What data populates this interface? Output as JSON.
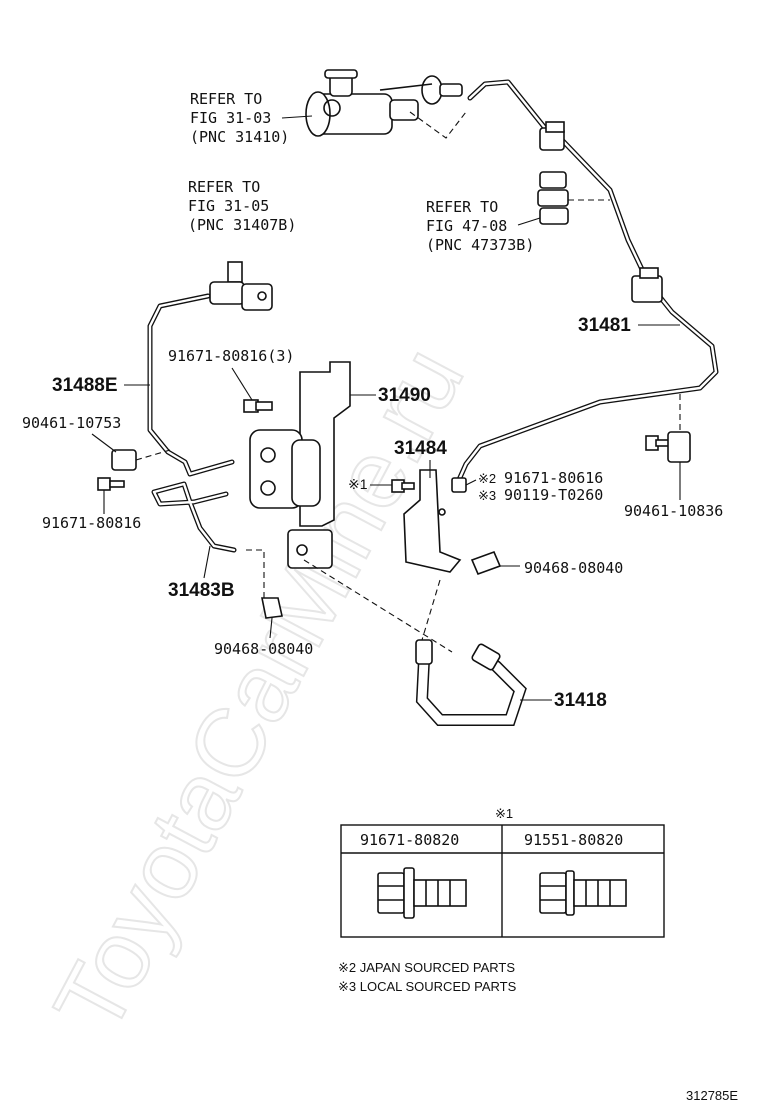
{
  "watermark": "ToyotaCarMine.ru",
  "refer_blocks": [
    {
      "lines": [
        "REFER TO",
        "FIG 31-03",
        "(PNC 31410)"
      ]
    },
    {
      "lines": [
        "REFER TO",
        "FIG 31-05",
        "(PNC 31407B)"
      ]
    },
    {
      "lines": [
        "REFER TO",
        "FIG 47-08",
        "(PNC 47373B)"
      ]
    }
  ],
  "parts": {
    "p31481": "31481",
    "p31488E": "31488E",
    "p91671_80816_3": "91671-80816(3)",
    "p31490": "31490",
    "p90461_10753": "90461-10753",
    "p31484": "31484",
    "p91671_80616": "91671-80616",
    "p90119_T0260": "90119-T0260",
    "p90461_10836": "90461-10836",
    "p91671_80816": "91671-80816",
    "p31483B": "31483B",
    "p90468_08040_right": "90468-08040",
    "p90468_08040_left": "90468-08040",
    "p31418": "31418"
  },
  "marks": {
    "m1": "※1",
    "m2": "※2",
    "m3": "※3"
  },
  "bolt_table": {
    "caption": "※1",
    "headers": [
      "91671-80820",
      "91551-80820"
    ]
  },
  "notes": [
    "※2 JAPAN SOURCED PARTS",
    "※3 LOCAL SOURCED PARTS"
  ],
  "figure_number": "312785E"
}
